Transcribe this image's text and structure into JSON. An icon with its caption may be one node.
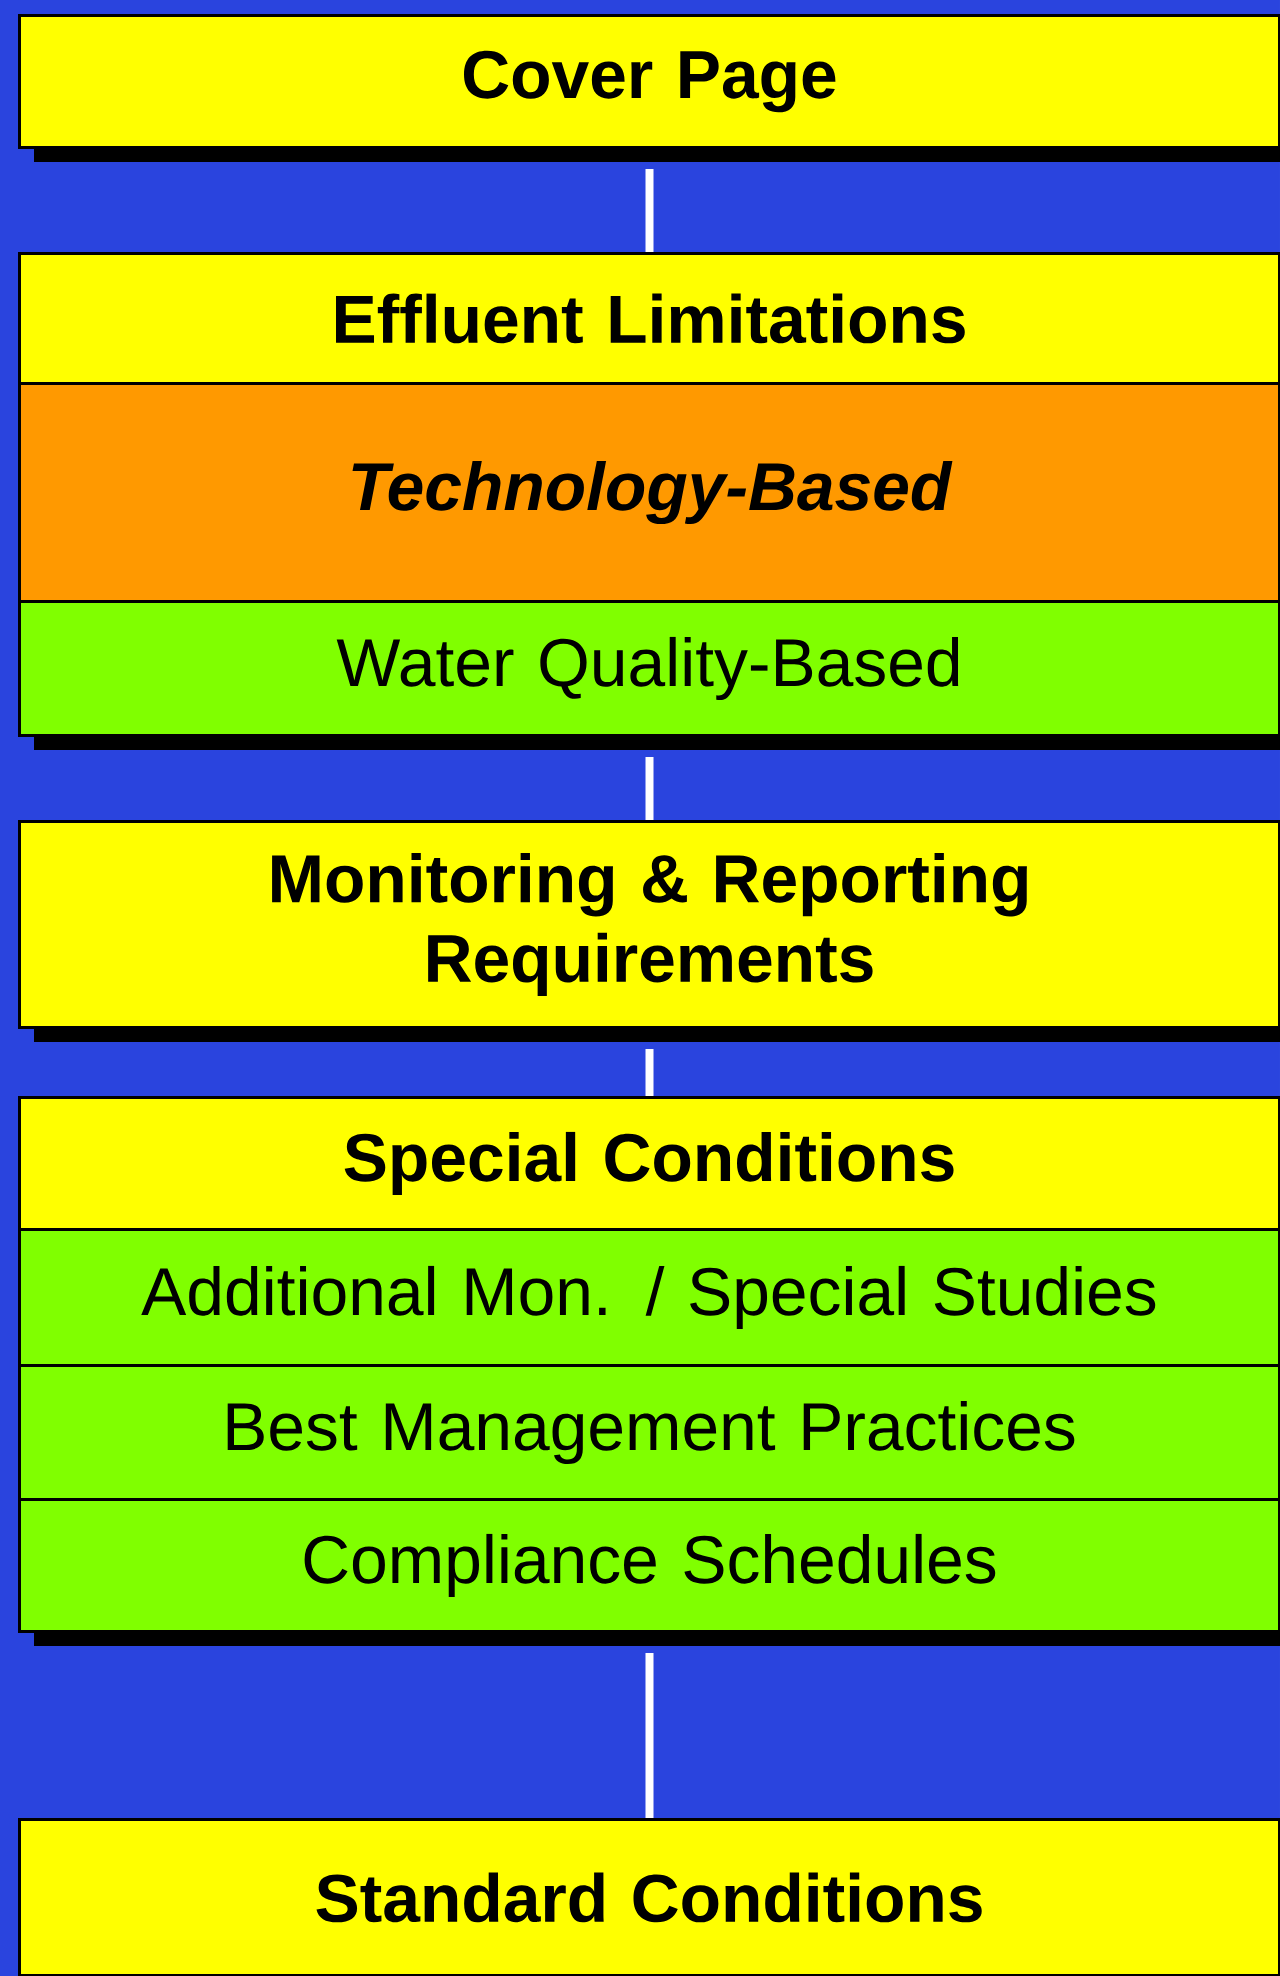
{
  "diagram": {
    "nodes": [
      {
        "text": [
          "Cover Page"
        ]
      },
      {
        "text": [
          "Effluent Limitations"
        ]
      },
      {
        "text": [
          "Technology-Based"
        ]
      },
      {
        "text": [
          "Water Quality-Based"
        ]
      },
      {
        "text": [
          "Monitoring & Reporting Requirements"
        ]
      },
      {
        "text": [
          "Special Conditions"
        ]
      },
      {
        "text": [
          "Additional Mon. / Special Studies"
        ]
      },
      {
        "text": [
          "Best Management Practices"
        ]
      },
      {
        "text": [
          "Compliance Schedules"
        ]
      },
      {
        "text": [
          "Standard Conditions"
        ]
      }
    ],
    "edges": [
      {
        "from": 0,
        "to": 1,
        "arrow": "none"
      },
      {
        "from": 3,
        "to": 4,
        "arrow": "none"
      },
      {
        "from": 4,
        "to": 5,
        "arrow": "none"
      },
      {
        "from": 8,
        "to": 9,
        "arrow": "none"
      }
    ]
  }
}
